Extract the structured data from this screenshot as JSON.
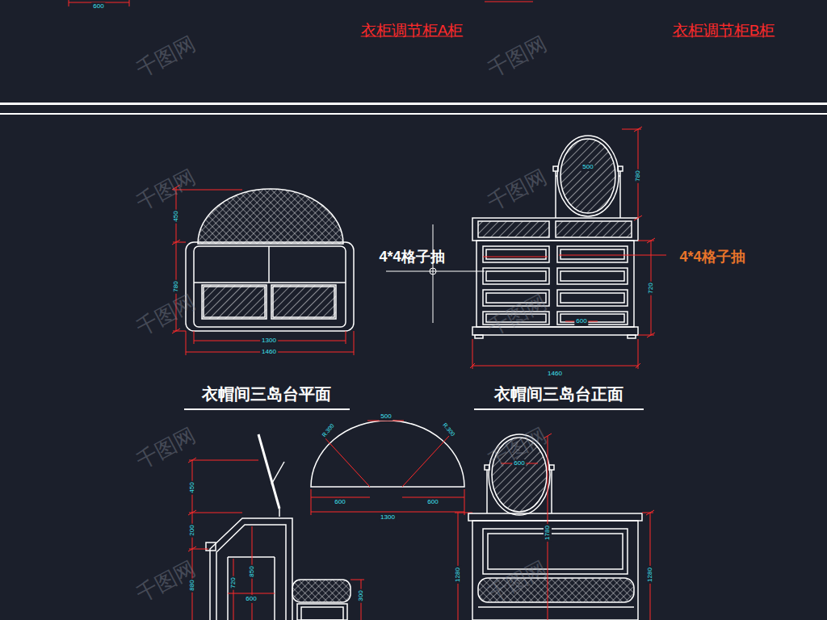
{
  "diagram": {
    "labels": [
      "衣柜调节柜A柜",
      "衣柜调节柜B柜",
      "600",
      "450",
      "780",
      "1300",
      "1460",
      "衣帽间三岛台平面",
      "4*4格子抽",
      "4*4格子抽",
      "500",
      "780",
      "720",
      "600",
      "1460",
      "衣帽间三岛台正面",
      "500",
      "R.300",
      "R.300",
      "600",
      "600",
      "1300",
      "450",
      "200",
      "880",
      "720",
      "850",
      "600",
      "300",
      "1280",
      "600",
      "1780",
      "1280",
      "千图网",
      "千图网",
      "千图网",
      "千图网",
      "千图网",
      "千图网",
      "千图网",
      "千图网",
      "千图网",
      "千图网"
    ]
  }
}
